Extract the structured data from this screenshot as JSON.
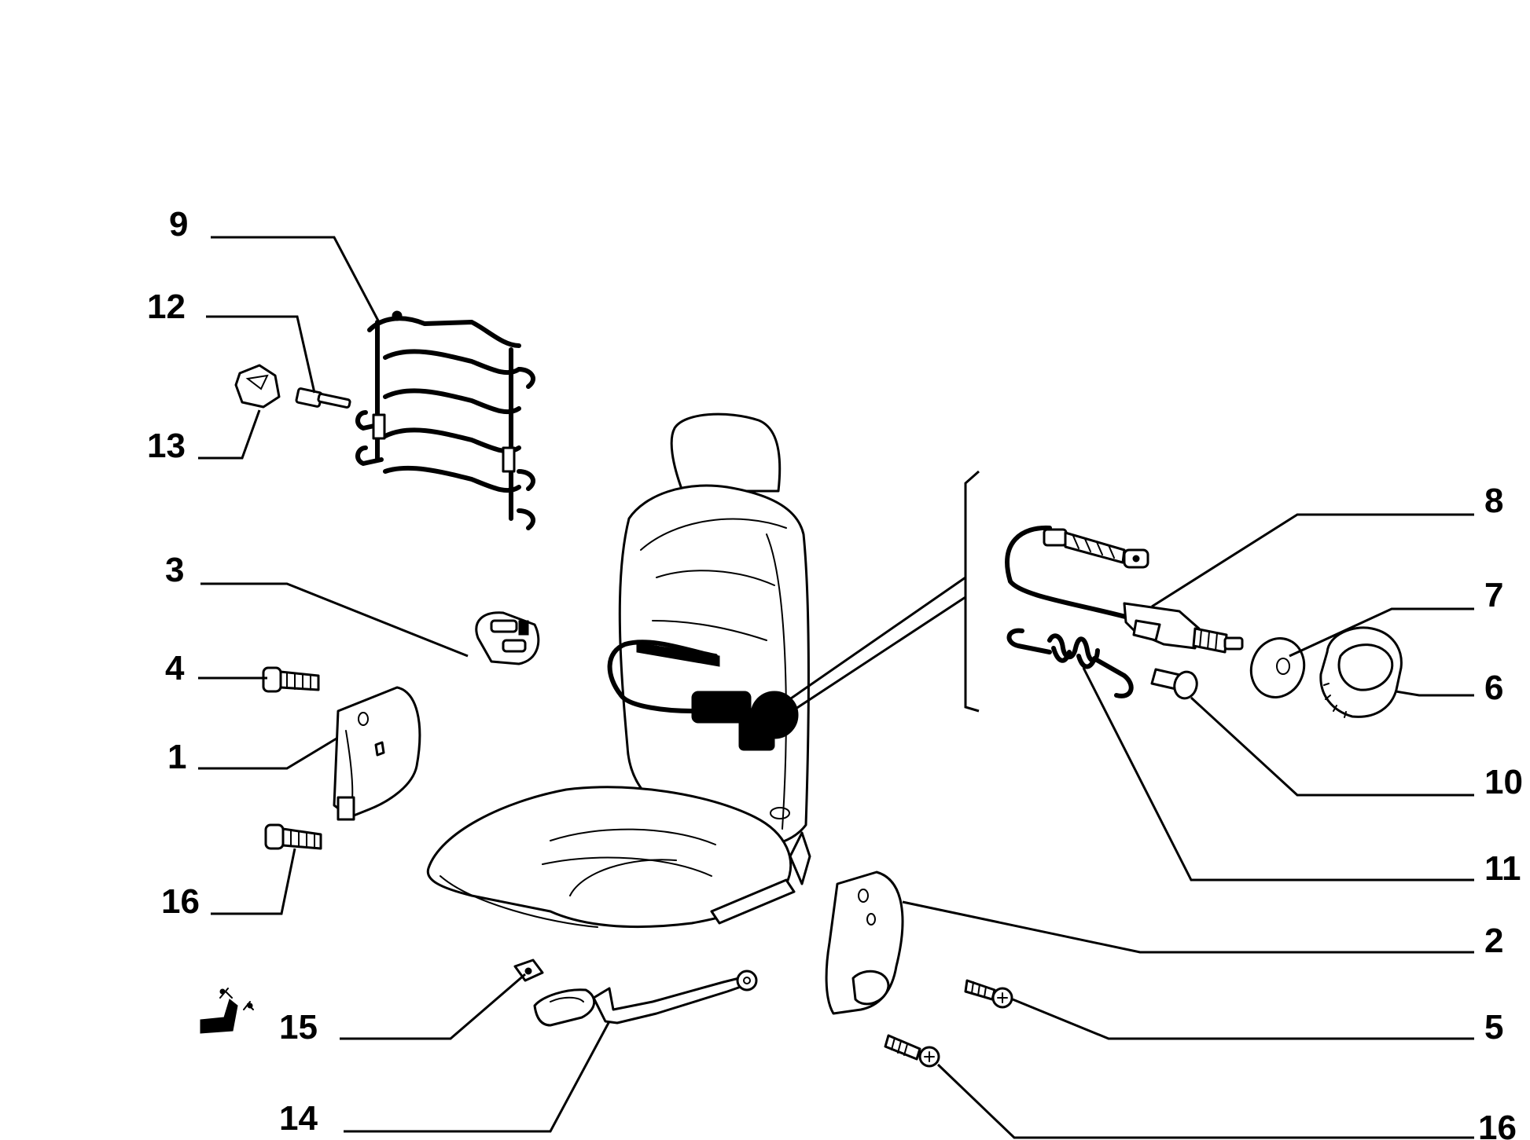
{
  "colors": {
    "ink": "#000000",
    "background": "#ffffff"
  },
  "callouts": {
    "c9": "9",
    "c12": "12",
    "c13": "13",
    "c3": "3",
    "c4": "4",
    "c1": "1",
    "c16a": "16",
    "c15": "15",
    "c14": "14",
    "c8": "8",
    "c7": "7",
    "c6": "6",
    "c10": "10",
    "c11": "11",
    "c2": "2",
    "c5": "5",
    "c16b": "16"
  },
  "icons": {
    "seat_adjust_symbol": "seat-adjust-icon"
  }
}
